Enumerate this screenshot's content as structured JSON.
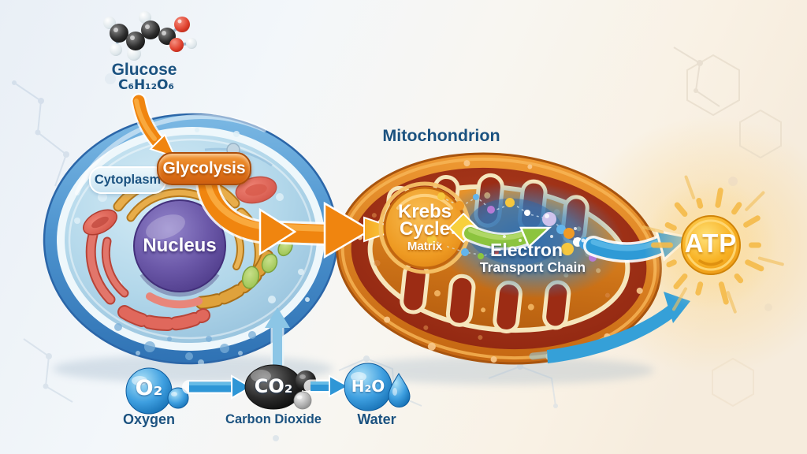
{
  "diagram": {
    "glucose": {
      "name": "Glucose",
      "formula": "C₆H₁₂O₆"
    },
    "cell": {
      "cytoplasm": "Cytoplasm",
      "glycolysis": "Glycolysis",
      "nucleus": "Nucleus"
    },
    "mitochondrion": {
      "title": "Mitochondrion",
      "krebs_line1": "Krebs",
      "krebs_line2": "Cycle",
      "krebs_sublabel": "Matrix",
      "etc_line1": "Electron",
      "etc_line2": "Transport Chain"
    },
    "atp_label": "ATP",
    "molecules": {
      "oxygen": {
        "formula": "O₂",
        "name": "Oxygen"
      },
      "carbon_dioxide": {
        "formula": "CO₂",
        "name": "Carbon Dioxide"
      },
      "water": {
        "formula": "H₂O",
        "name": "Water"
      }
    },
    "colors": {
      "label_blue": "#1b5280",
      "arrow_orange": "#f0850f",
      "arrow_green": "#8cc43e",
      "arrow_blue": "#2e9ad6",
      "atp_gold": "#f8b224",
      "mito_outer": "#e88a26",
      "mito_matrix": "#cc7217",
      "cell_blue": "#4e94cf",
      "nucleus_purple": "#6b58a8"
    }
  }
}
